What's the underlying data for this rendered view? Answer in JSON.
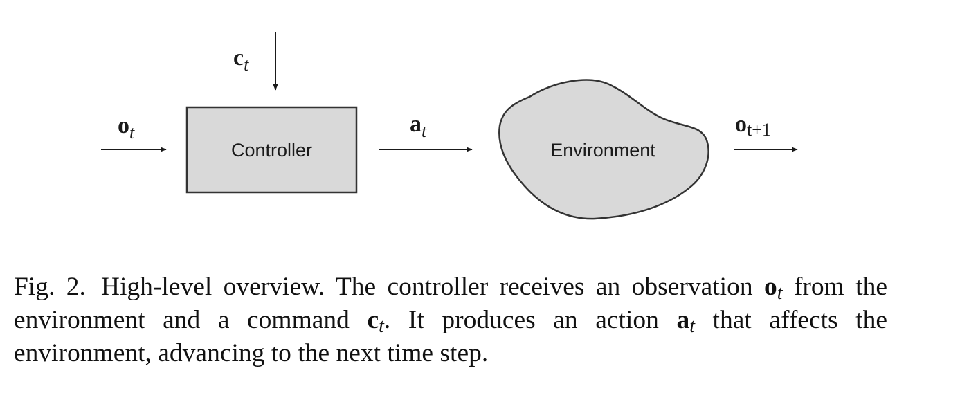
{
  "diagram": {
    "nodes": {
      "controller": {
        "label": "Controller"
      },
      "environment": {
        "label": "Environment"
      }
    },
    "edges": {
      "observation_in": {
        "symbol": "o",
        "subscript": "t"
      },
      "command_in": {
        "symbol": "c",
        "subscript": "t"
      },
      "action": {
        "symbol": "a",
        "subscript": "t"
      },
      "observation_out": {
        "symbol": "o",
        "subscript": "t+1"
      }
    },
    "colors": {
      "node_fill": "#d9d9d9",
      "stroke": "#333333"
    }
  },
  "caption": {
    "figure_label": "Fig. 2.",
    "part1": "High-level overview. The controller receives an observation ",
    "sym1": "o",
    "sub1": "t",
    "part2": " from the environment and a command ",
    "sym2": "c",
    "sub2": "t",
    "part3": ". It produces an action ",
    "sym3": "a",
    "sub3": "t",
    "part4": " that affects the environment, advancing to the next time step."
  }
}
